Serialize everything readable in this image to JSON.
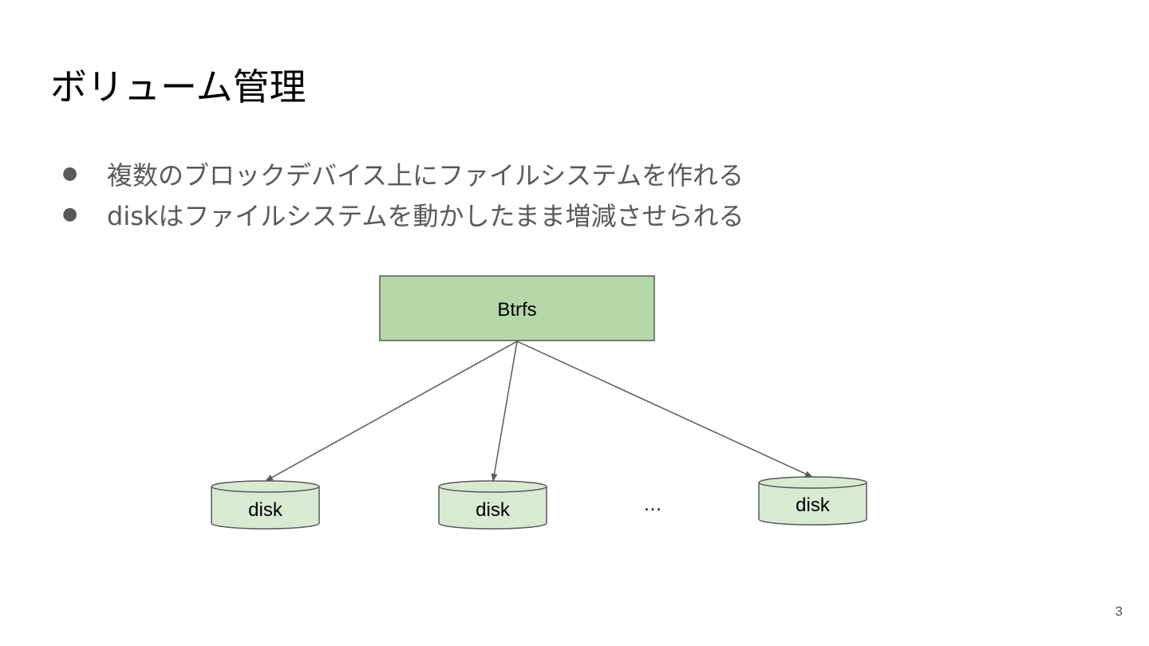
{
  "slide": {
    "title": "ボリューム管理",
    "bullets": [
      "複数のブロックデバイス上にファイルシステムを作れる",
      "diskはファイルシステムを動かしたまま増減させられる"
    ],
    "bullet_marker": "●",
    "page_number": "3"
  },
  "diagram": {
    "root": {
      "label": "Btrfs",
      "fill": "#b6d7a8",
      "stroke": "#595959"
    },
    "disks": [
      {
        "label": "disk"
      },
      {
        "label": "disk"
      },
      {
        "label": "disk"
      }
    ],
    "ellipsis": "…",
    "disk_fill": "#d9ead3",
    "edge_color": "#595959"
  }
}
